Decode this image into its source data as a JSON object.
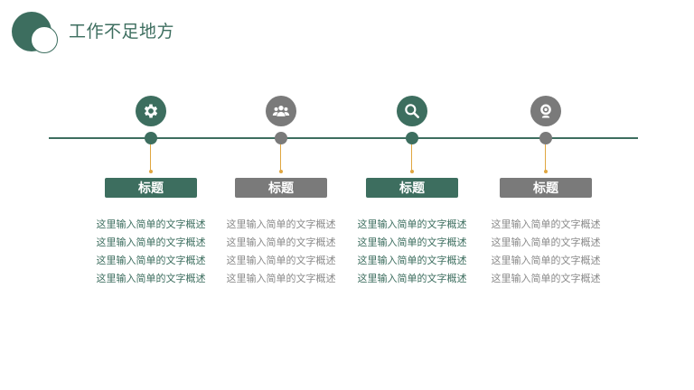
{
  "header": {
    "title": "工作不足地方"
  },
  "colors": {
    "green": "#3d6e5f",
    "gray": "#7a7a7a",
    "accent": "#e0a640"
  },
  "steps": [
    {
      "icon": "gear-icon",
      "title": "标题",
      "lines": [
        "这里输入简单的文字概述",
        "这里输入简单的文字概述",
        "这里输入简单的文字概述",
        "这里输入简单的文字概述"
      ]
    },
    {
      "icon": "users-icon",
      "title": "标题",
      "lines": [
        "这里输入简单的文字概述",
        "这里输入简单的文字概述",
        "这里输入简单的文字概述",
        "这里输入简单的文字概述"
      ]
    },
    {
      "icon": "search-icon",
      "title": "标题",
      "lines": [
        "这里输入简单的文字概述",
        "这里输入简单的文字概述",
        "这里输入简单的文字概述",
        "这里输入简单的文字概述"
      ]
    },
    {
      "icon": "webcam-icon",
      "title": "标题",
      "lines": [
        "这里输入简单的文字概述",
        "这里输入简单的文字概述",
        "这里输入简单的文字概述",
        "这里输入简单的文字概述"
      ]
    }
  ]
}
